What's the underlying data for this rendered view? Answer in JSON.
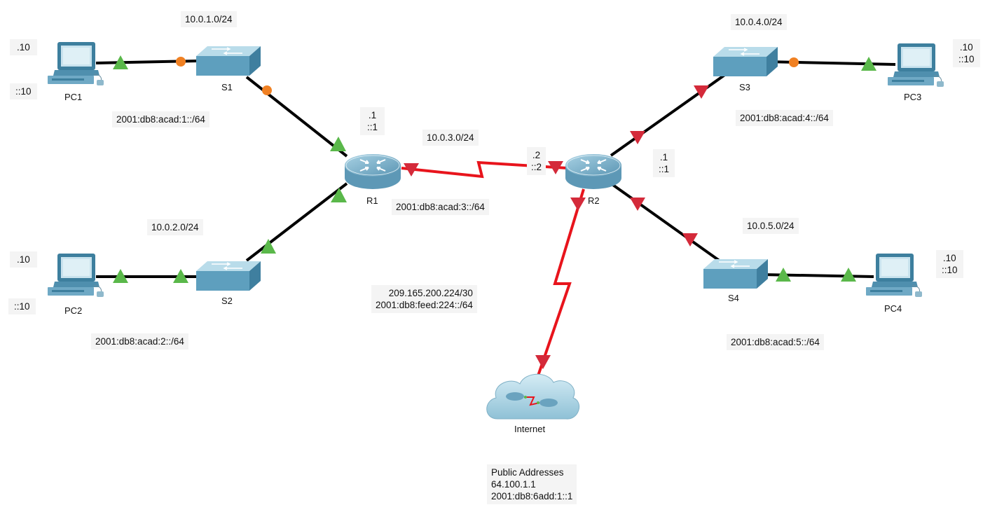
{
  "devices": {
    "pc1": "PC1",
    "pc2": "PC2",
    "pc3": "PC3",
    "pc4": "PC4",
    "s1": "S1",
    "s2": "S2",
    "s3": "S3",
    "s4": "S4",
    "r1": "R1",
    "r2": "R2",
    "internet": "Internet"
  },
  "networks": {
    "net1_v4": "10.0.1.0/24",
    "net2_v4": "10.0.2.0/24",
    "net3_v4": "10.0.3.0/24",
    "net4_v4": "10.0.4.0/24",
    "net5_v4": "10.0.5.0/24",
    "net1_v6": "2001:db8:acad:1::/64",
    "net2_v6": "2001:db8:acad:2::/64",
    "net3_v6": "2001:db8:acad:3::/64",
    "net4_v6": "2001:db8:acad:4::/64",
    "net5_v6": "2001:db8:acad:5::/64",
    "isp_v4": "209.165.200.224/30",
    "isp_v6": "2001:db8:feed:224::/64"
  },
  "hosts": {
    "pc1_v4": ".10",
    "pc1_v6": "::10",
    "pc2_v4": ".10",
    "pc2_v6": "::10",
    "pc3_v4": ".10",
    "pc3_v6": "::10",
    "pc4_v4": ".10",
    "pc4_v6": "::10",
    "r1_v4": ".1",
    "r1_v6": "::1",
    "r2_serial_v4": ".2",
    "r2_serial_v6": "::2",
    "r2_v4": ".1",
    "r2_v6": "::1"
  },
  "public": {
    "title": "Public Addresses",
    "v4": "64.100.1.1",
    "v6": "2001:db8:6add:1::1"
  },
  "colors": {
    "link_up": "#000000",
    "serial_link": "#e8141c",
    "status_up": "#5ab84a",
    "status_down": "#d42a3a",
    "status_blocking": "#f08022",
    "device_face": "#5e9fbe"
  }
}
